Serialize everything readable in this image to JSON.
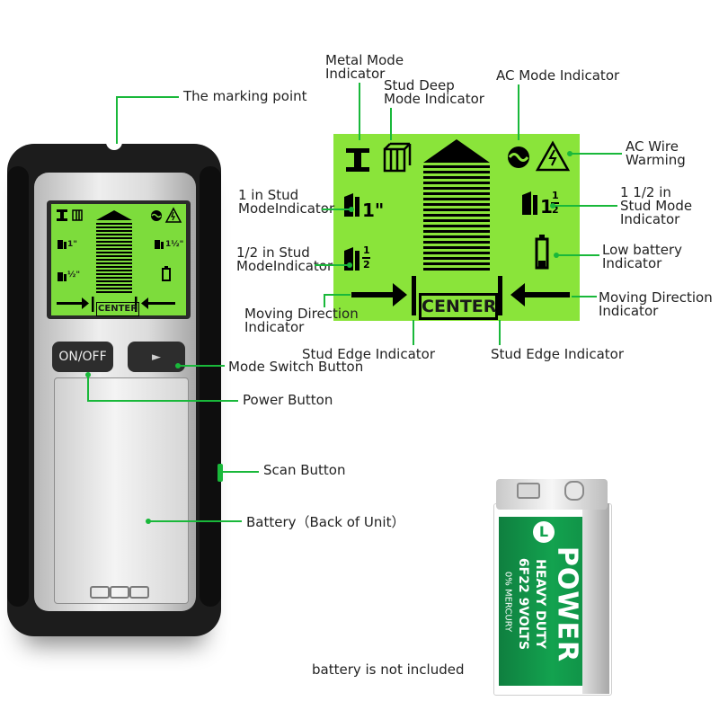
{
  "device": {
    "on_off_label": "ON/OFF",
    "mode_symbol": "►",
    "center_label": "CENTER",
    "small_1in": "1\"",
    "small_half": "½\"",
    "small_one_half": "1½\""
  },
  "lcd": {
    "center_label": "CENTER",
    "one_inch": "1\"",
    "half_top": "1",
    "half_bottom": "2",
    "one_half_whole": "1",
    "one_half_top": "1",
    "one_half_bottom": "2",
    "quote_mark": "\""
  },
  "callouts": {
    "marking_point": "The marking point",
    "mode_switch": "Mode Switch Button",
    "power": "Power Button",
    "scan": "Scan Button",
    "battery_back": "Battery（Back of Unit）",
    "metal_l1": "Metal Mode",
    "metal_l2": "Indicator",
    "deep_l1": "Stud Deep",
    "deep_l2": "Mode Indicator",
    "ac_mode": "AC Mode Indicator",
    "ac_warn_l1": "AC Wire",
    "ac_warn_l2": "Warming",
    "one_in_l1": "1 in Stud",
    "one_in_l2": "ModeIndicator",
    "half_in_l1": "1/2 in Stud",
    "half_in_l2": "ModeIndicator",
    "one_half_l1": "1 1/2 in",
    "one_half_l2": "Stud Mode",
    "one_half_l3": "Indicator",
    "low_batt_l1": "Low battery",
    "low_batt_l2": "Indicator",
    "move_left_l1": "Moving Direction",
    "move_left_l2": "Indicator",
    "move_right_l1": "Moving Direction",
    "move_right_l2": "Indicator",
    "edge_left": "Stud Edge Indicator",
    "edge_right": "Stud Edge Indicator"
  },
  "battery": {
    "brand": "POWER",
    "line1": "HEAVY DUTY",
    "line2": "6F22 9VOLTS",
    "line3": "0% MERCURY",
    "note": "battery is not included"
  },
  "colors": {
    "accent": "#19b83a",
    "lcd_green": "#8ae43a",
    "battery_green": "#13a24f"
  }
}
